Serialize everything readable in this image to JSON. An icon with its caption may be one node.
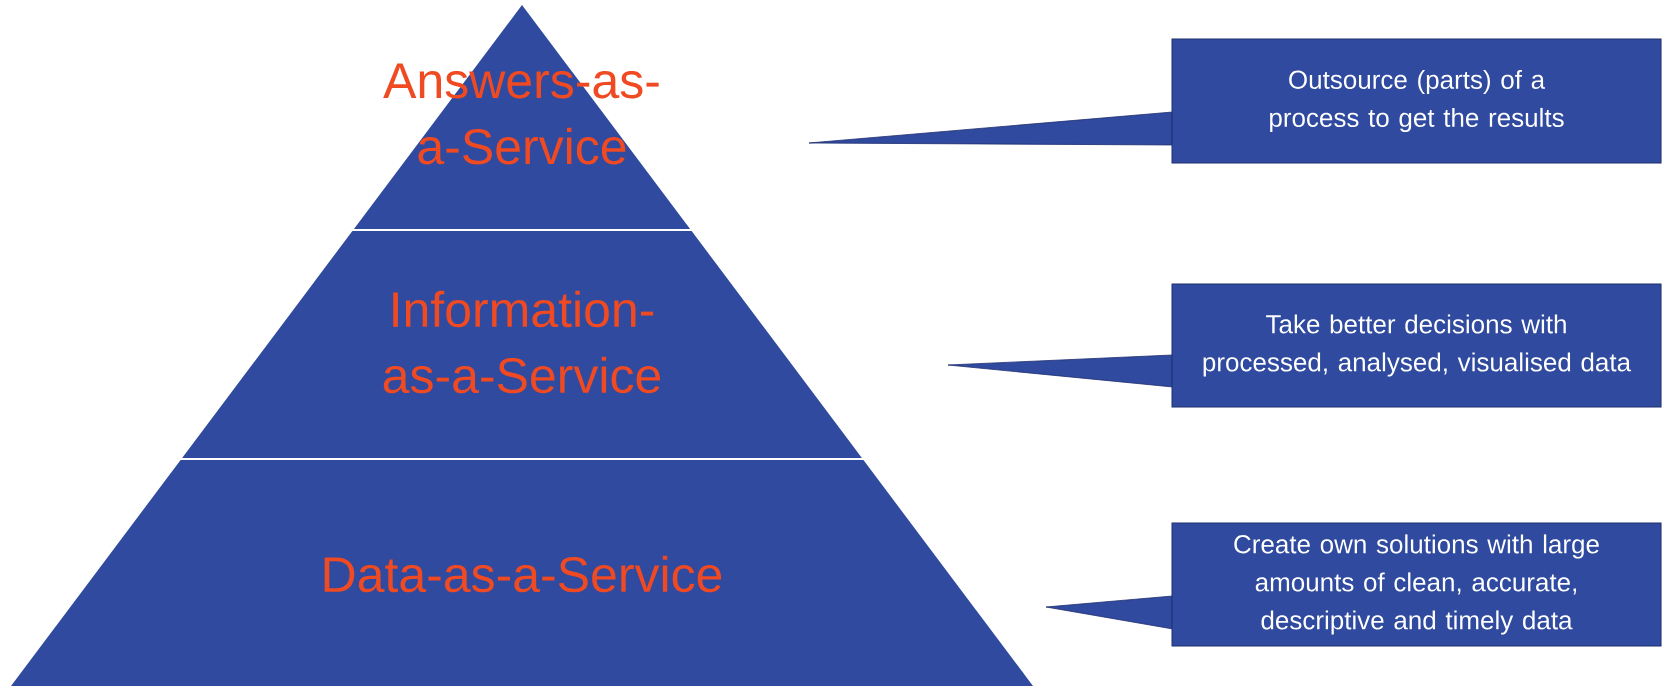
{
  "diagram": {
    "nodes": [
      {
        "text": [
          "Answers-as-a-Service"
        ]
      },
      {
        "text": [
          "Information-as-a-Service"
        ]
      },
      {
        "text": [
          "Data-as-a-Service"
        ]
      },
      {
        "text": [
          "Outsource (parts) of a process to get the results"
        ]
      },
      {
        "text": [
          "Take better decisions with processed, analysed, visualised data"
        ]
      },
      {
        "text": [
          "Create own solutions with large amounts of clean, accurate, descriptive and timely data"
        ]
      }
    ]
  }
}
